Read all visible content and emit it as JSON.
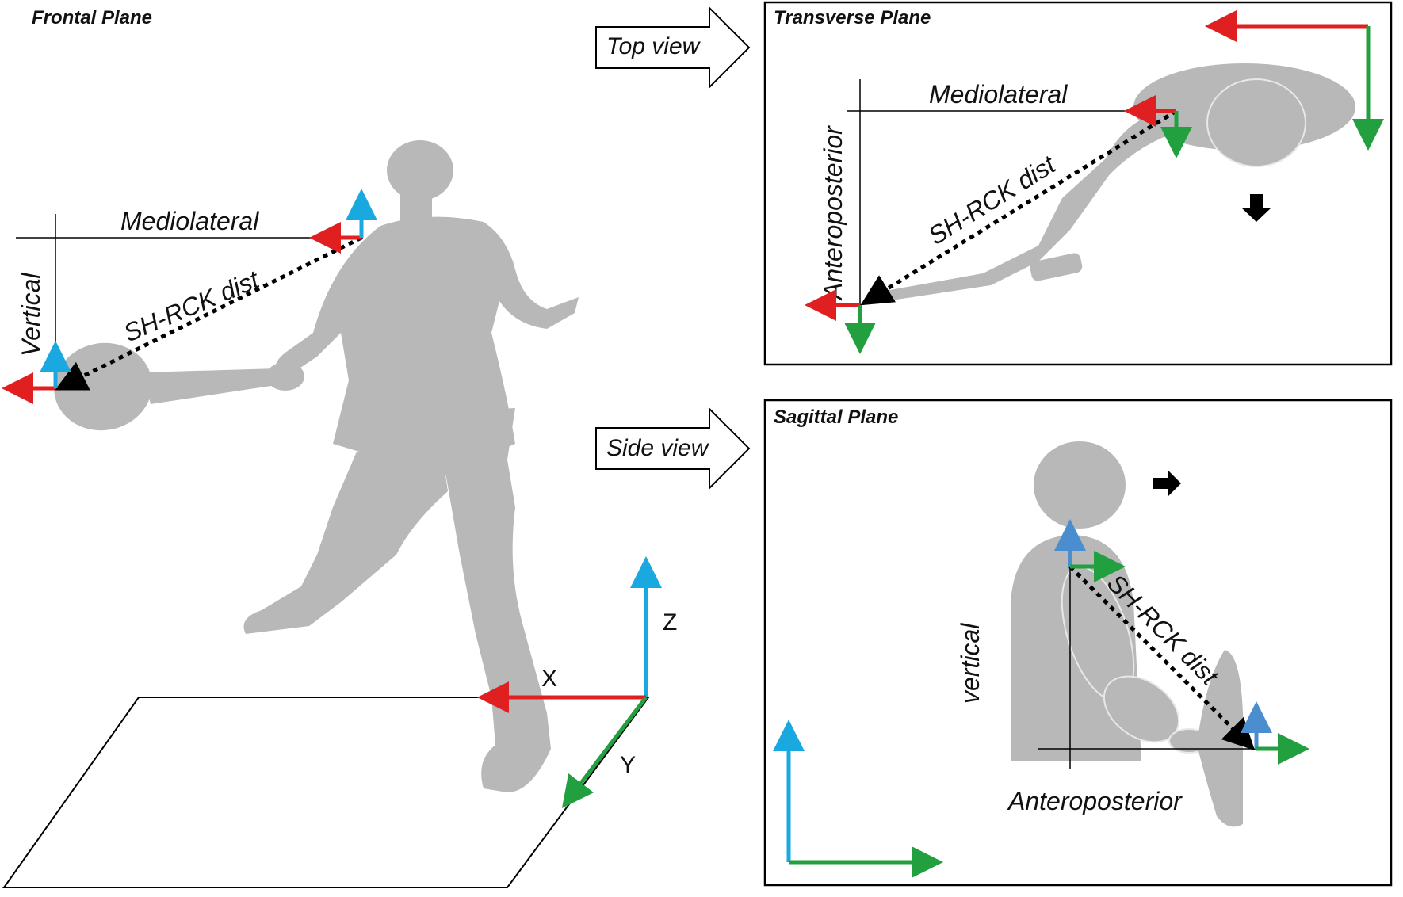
{
  "frontal": {
    "title": "Frontal Plane",
    "mediolateral": "Mediolateral",
    "vertical": "Vertical",
    "distance": "SH-RCK dist",
    "axes": {
      "x": "X",
      "y": "Y",
      "z": "Z"
    }
  },
  "transverse": {
    "view_label": "Top view",
    "title": "Transverse Plane",
    "mediolateral": "Mediolateral",
    "anteroposterior": "Anteroposterior",
    "distance": "SH-RCK dist"
  },
  "sagittal": {
    "view_label": "Side view",
    "title": "Sagittal Plane",
    "vertical": "vertical",
    "anteroposterior": "Anteroposterior",
    "distance": "SH-RCK dist"
  },
  "colors": {
    "mediolateral_x": "#e02020",
    "anteroposterior_y": "#22a040",
    "vertical_z": "#1aa8e0",
    "silhouette": "#b8b8b8"
  }
}
